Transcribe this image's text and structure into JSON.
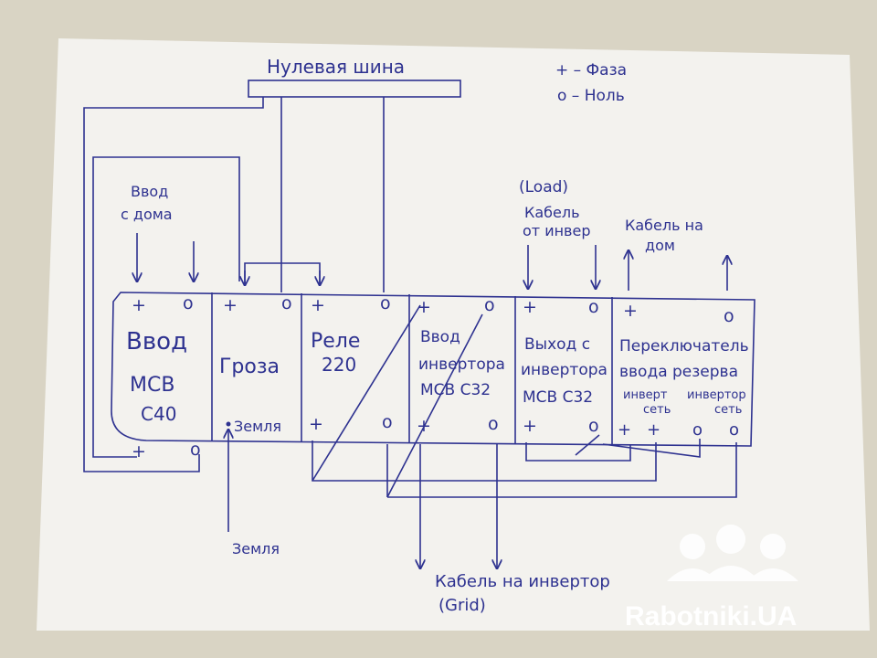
{
  "neutral_bus": {
    "label": "Нулевая шина"
  },
  "legend": {
    "phase": "+ – Фаза",
    "neutral": "o – Ноль"
  },
  "symbols": {
    "plus": "+",
    "zero": "o"
  },
  "top_labels": {
    "home_input": [
      "Ввод",
      "с дома"
    ],
    "load": "(Load)",
    "inverter_cable": [
      "Кабель",
      "от инвер"
    ],
    "house_cable": [
      "Кабель на",
      "дом"
    ]
  },
  "modules": {
    "vvod": [
      "Ввод",
      "MCB",
      "C40"
    ],
    "groza": [
      "Гроза"
    ],
    "rele": [
      "Реле",
      "220"
    ],
    "vvod_inv": [
      "Ввод",
      "инвертора",
      "MCB C32"
    ],
    "vyhod": [
      "Выход с",
      "инвертора",
      "MCB C32"
    ],
    "perekl": [
      "Переключатель",
      "ввода резерва"
    ],
    "perekl_sub": [
      "инверт",
      "сеть",
      "инвертор",
      "сеть"
    ]
  },
  "earth": {
    "terminal": "Земля",
    "cable": "Земля"
  },
  "bottom_labels": {
    "inverter_cable": "Кабель на инвертор",
    "grid": "(Grid)"
  },
  "watermark": {
    "text": "Rabotniki.UA"
  }
}
